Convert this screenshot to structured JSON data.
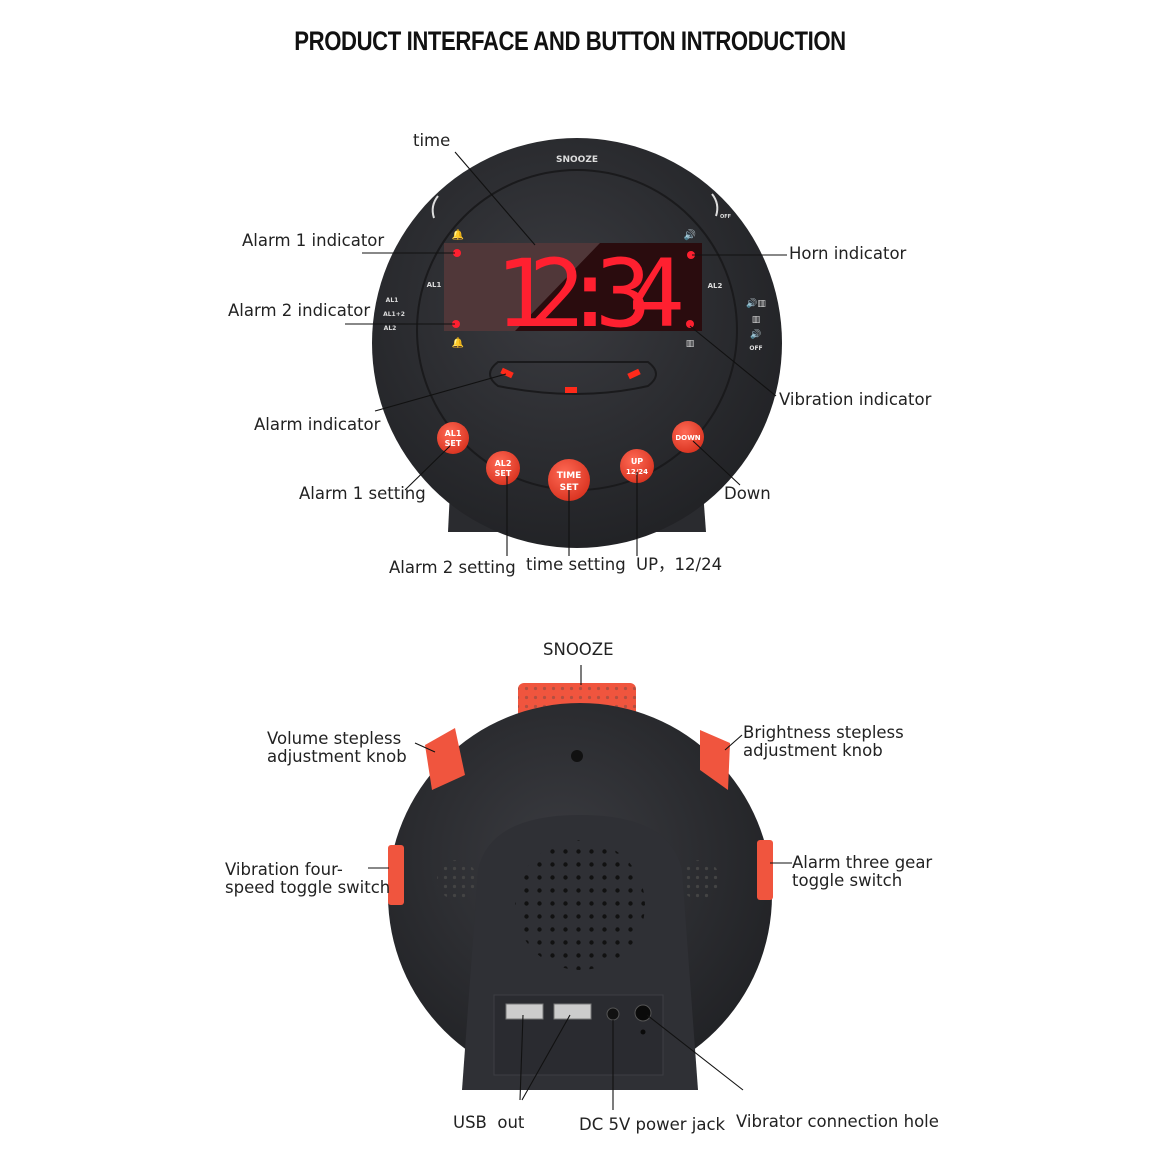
{
  "title": "PRODUCT INTERFACE AND BUTTON INTRODUCTION",
  "front": {
    "display_time": "12:34",
    "device_text": {
      "snooze": "SNOOZE",
      "al1": "AL1",
      "al2": "AL2",
      "switch_al1": "AL1",
      "switch_al12": "AL1+2",
      "switch_al2": "AL2",
      "off": "OFF",
      "vol_off": "OFF"
    },
    "buttons": [
      {
        "top": "AL1",
        "bottom": "SET"
      },
      {
        "top": "AL2",
        "bottom": "SET"
      },
      {
        "top": "TIME",
        "bottom": "SET"
      },
      {
        "top": "UP",
        "bottom": "12/24"
      },
      {
        "top": "DOWN",
        "bottom": ""
      }
    ],
    "labels": {
      "time": "time",
      "alarm1_indicator": "Alarm 1 indicator",
      "alarm2_indicator": "Alarm 2 indicator",
      "horn_indicator": "Horn indicator",
      "vibration_indicator": "Vibration indicator",
      "alarm_indicator": "Alarm indicator",
      "alarm1_setting": "Alarm 1 setting",
      "alarm2_setting": "Alarm 2 setting",
      "time_setting": "time setting",
      "up": "UP，12/24",
      "down": "Down"
    }
  },
  "back": {
    "labels": {
      "snooze": "SNOOZE",
      "volume_line1": "Volume stepless",
      "volume_line2": "adjustment knob",
      "brightness_line1": "Brightness stepless",
      "brightness_line2": "adjustment knob",
      "vibration_line1": "Vibration four-",
      "vibration_line2": "speed toggle switch",
      "alarm_line1": "Alarm three gear",
      "alarm_line2": "toggle switch",
      "usb": "USB  out",
      "dc": "DC 5V power jack",
      "vibrator": "Vibrator connection hole"
    }
  },
  "colors": {
    "accent": "#f04a3a",
    "body": "#2b2c30",
    "display_red": "#ff2030",
    "display_bg": "#2a0c0e"
  }
}
